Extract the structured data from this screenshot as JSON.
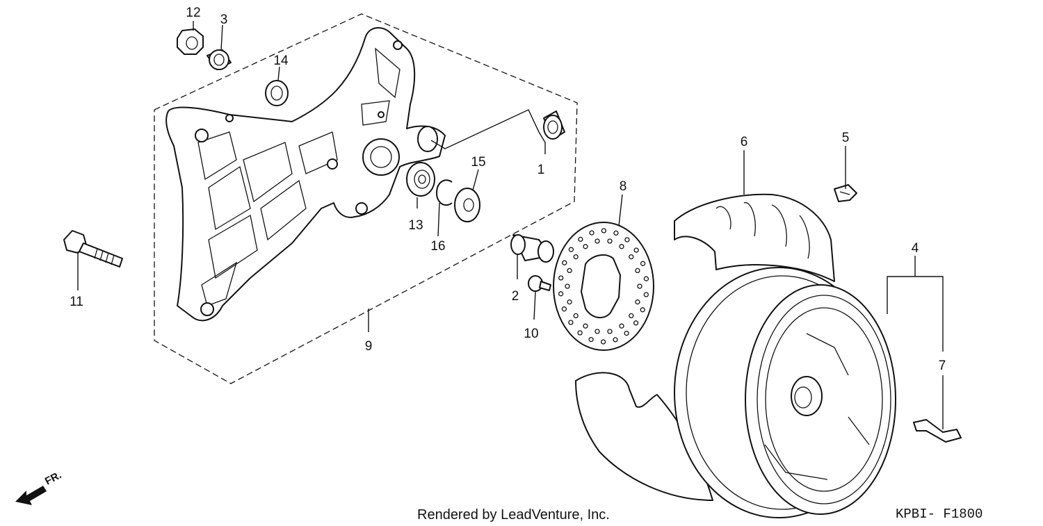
{
  "callouts": [
    {
      "id": "1",
      "text": "1"
    },
    {
      "id": "2",
      "text": "2"
    },
    {
      "id": "3",
      "text": "3"
    },
    {
      "id": "4",
      "text": "4"
    },
    {
      "id": "5",
      "text": "5"
    },
    {
      "id": "6",
      "text": "6"
    },
    {
      "id": "7",
      "text": "7"
    },
    {
      "id": "8",
      "text": "8"
    },
    {
      "id": "9",
      "text": "9"
    },
    {
      "id": "10",
      "text": "10"
    },
    {
      "id": "11",
      "text": "11"
    },
    {
      "id": "12",
      "text": "12"
    },
    {
      "id": "13",
      "text": "13"
    },
    {
      "id": "14",
      "text": "14"
    },
    {
      "id": "15",
      "text": "15"
    },
    {
      "id": "16",
      "text": "16"
    }
  ],
  "front_indicator": "FR.",
  "credit": "Rendered by LeadVenture, Inc.",
  "diagram_code": "KPBI- F1800"
}
